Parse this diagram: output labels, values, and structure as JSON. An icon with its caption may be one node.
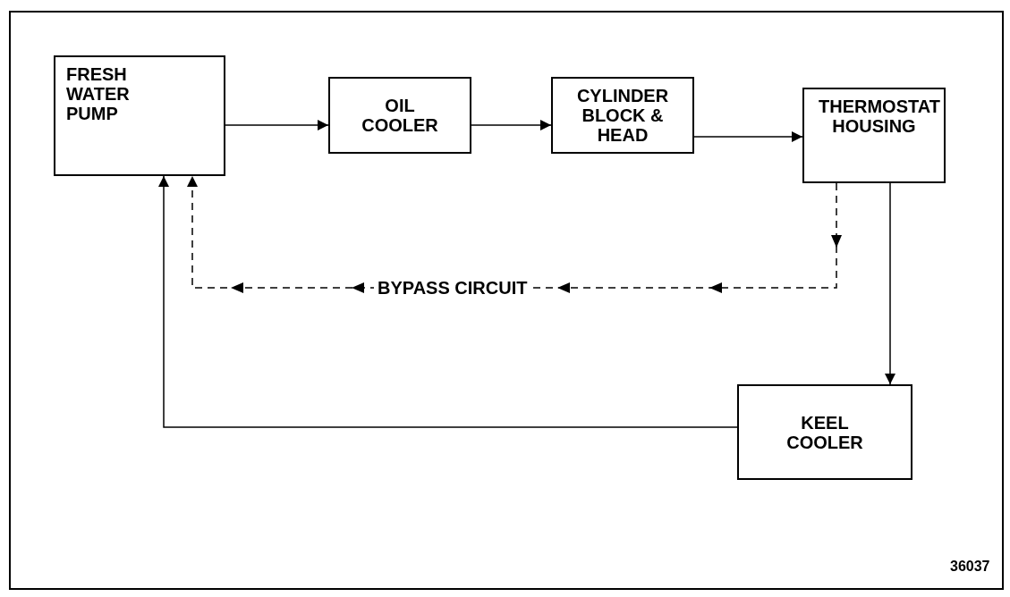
{
  "diagram": {
    "nodes": [
      {
        "text": [
          "FRESH WATER PUMP"
        ]
      },
      {
        "text": [
          "OIL COOLER"
        ]
      },
      {
        "text": [
          "CYLINDER BLOCK & HEAD"
        ]
      },
      {
        "text": [
          "THERMOSTAT HOUSING"
        ]
      },
      {
        "text": [
          "KEEL COOLER"
        ]
      }
    ],
    "edges": [
      {
        "from": 0,
        "to": 1,
        "arrow": "to"
      },
      {
        "from": 1,
        "to": 2,
        "arrow": "to"
      },
      {
        "from": 2,
        "to": 3,
        "arrow": "to"
      },
      {
        "from": 3,
        "to": 0,
        "arrow": "to",
        "style": "dashed",
        "label": "BYPASS CIRCUIT"
      },
      {
        "from": 3,
        "to": 4,
        "arrow": "to"
      },
      {
        "from": 4,
        "to": 0,
        "arrow": "to"
      }
    ],
    "labels": [
      "36037"
    ]
  }
}
